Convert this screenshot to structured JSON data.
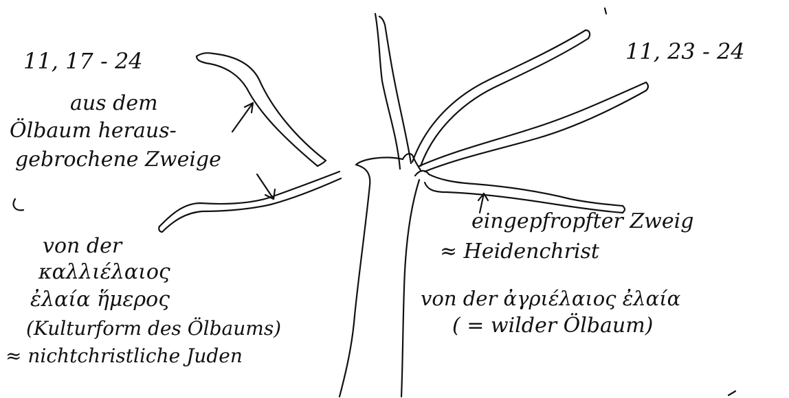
{
  "ink_color": "#111111",
  "paper_color": "#ffffff",
  "left": {
    "ref": "11, 17 - 24",
    "broken_label": [
      "aus dem",
      "Ölbaum heraus-",
      "gebrochene Zweige"
    ],
    "origin": [
      "von der",
      "καλλιέλαιος",
      "ἐλαία ἥμερος",
      "(Kulturform des Ölbaums)",
      "≈ nichtchristliche Juden"
    ]
  },
  "right": {
    "ref": "11, 23 - 24",
    "grafted_label": "eingepfropfter Zweig",
    "grafted_meaning": "≈ Heidenchrist",
    "origin": [
      "von der ἀγριέλαιος ἐλαία",
      "( = wilder Ölbaum)"
    ]
  }
}
